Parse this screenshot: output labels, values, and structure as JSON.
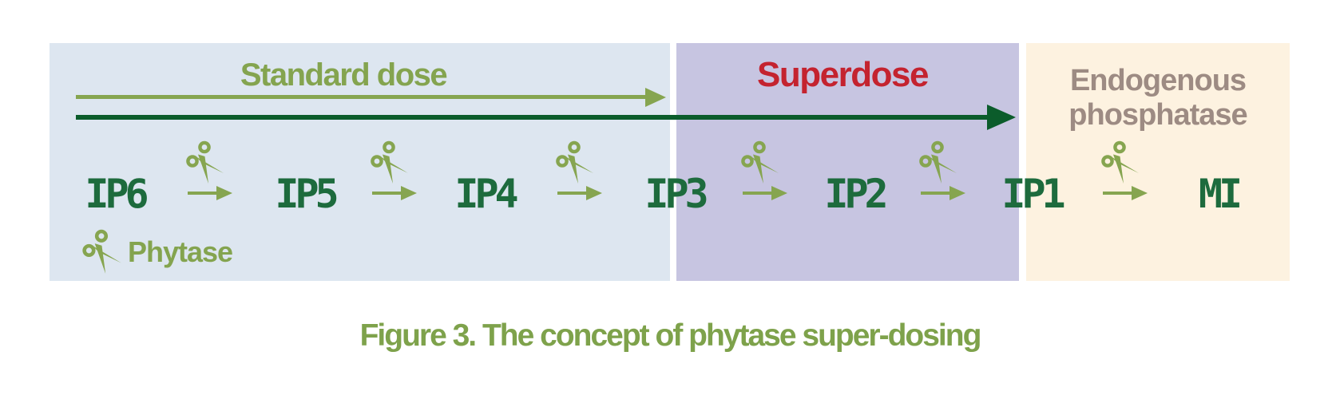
{
  "figure_caption": "Figure 3. The concept of phytase super-dosing",
  "zones": {
    "standard": {
      "label": "Standard dose",
      "bg": "#dde6f0",
      "label_color": "#84a44f"
    },
    "superdose": {
      "label": "Superdose",
      "bg": "#c7c5e1",
      "label_color": "#c4232f"
    },
    "endogenous": {
      "label": "Endogenous phosphatase",
      "bg": "#fdf2e0",
      "label_color": "#9d8b83"
    }
  },
  "pathway": {
    "compounds": [
      "IP6",
      "IP5",
      "IP4",
      "IP3",
      "IP2",
      "IP1",
      "MI"
    ],
    "enzyme": "Phytase"
  },
  "icons": {
    "scissors": "✂"
  },
  "colors": {
    "olive": "#86a550",
    "dark-green": "#0b5c2b",
    "compound-green": "#1d6b3d",
    "canvas-bg": "#ffffff"
  }
}
